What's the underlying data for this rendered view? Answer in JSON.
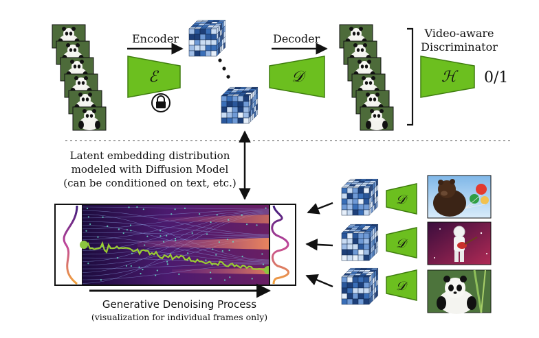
{
  "labels": {
    "encoder": "Encoder",
    "decoder": "Decoder",
    "discriminator_line1": "Video-aware",
    "discriminator_line2": "Discriminator",
    "disc_output": "0/1",
    "latent_line1": "Latent embedding distribution",
    "latent_line2": "modeled with Diffusion Model",
    "latent_line3": "(can be conditioned on text, etc.)",
    "process_title": "Generative Denoising Process",
    "process_note": "(visualization for individual frames only)"
  },
  "symbols": {
    "encoder": "ℰ",
    "decoder": "𝒟",
    "discriminator": "ℋ"
  },
  "icons": [
    "lock-icon",
    "panda-frame-icon",
    "bear-balloons-icon",
    "astronaut-guitar-icon",
    "panda-bamboo-icon",
    "latent-cube-icon"
  ],
  "colors": {
    "network_green": "#6cbf1f",
    "cube_blue": "#3a6fb8",
    "cube_light": "#c9dcf3",
    "cube_dark": "#1d3f79",
    "diffusion_bg": "#2a0d4a",
    "trajectory": "#9acd32"
  }
}
